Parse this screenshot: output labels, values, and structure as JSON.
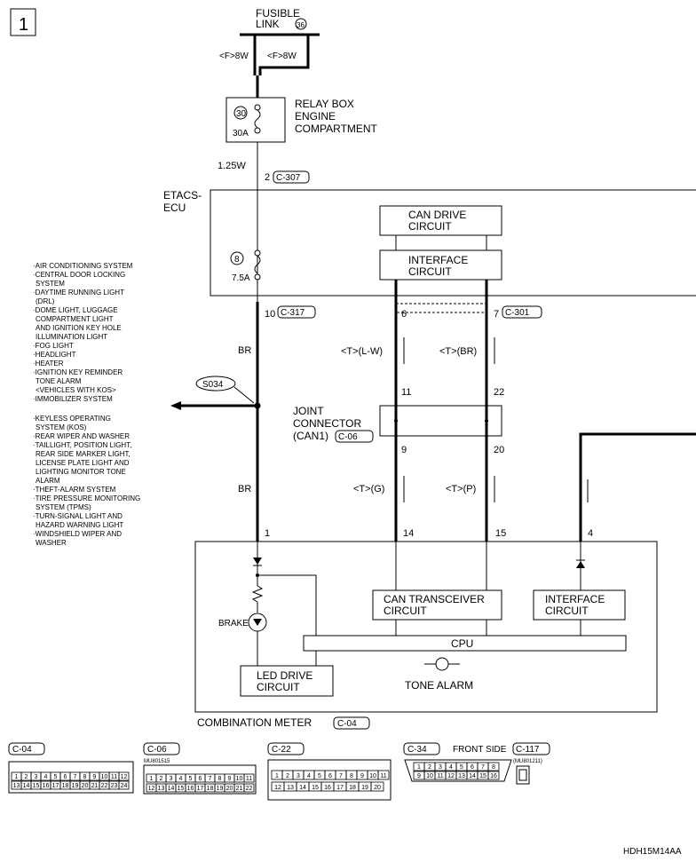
{
  "page_number": "1",
  "fusible_link": {
    "line1": "FUSIBLE",
    "line2": "LINK",
    "num": "36"
  },
  "fuse_in_left": "<F>8W",
  "fuse_in_right": "<F>8W",
  "relay_box": {
    "title": "RELAY BOX",
    "sub1": "ENGINE",
    "sub2": "COMPARTMENT",
    "fuse_num": "30",
    "fuse_rating": "30A"
  },
  "wire_125w": "1.25W",
  "c307": {
    "pin": "2",
    "label": "C-307"
  },
  "etacs": {
    "line1": "ETACS-",
    "line2": "ECU"
  },
  "can_drive": {
    "line1": "CAN DRIVE",
    "line2": "CIRCUIT"
  },
  "interface_upper": {
    "line1": "INTERFACE",
    "line2": "CIRCUIT"
  },
  "fuse8": {
    "num": "8",
    "rating": "7.5A"
  },
  "c317": {
    "pin": "10",
    "label": "C-317"
  },
  "pin6": "6",
  "c301": {
    "pin": "7",
    "label": "C-301"
  },
  "wire_br_top": "BR",
  "wire_lw": "<T>(L-W)",
  "wire_br2": "<T>(BR)",
  "pin11": "11",
  "pin22": "22",
  "splice": "S034",
  "systems_list": [
    "·AIR CONDITIONING SYSTEM",
    "·CENTRAL DOOR LOCKING",
    "SYSTEM",
    "·DAYTIME RUNNING LIGHT",
    "(DRL)",
    "·DOME LIGHT, LUGGAGE",
    "COMPARTMENT LIGHT",
    "AND IGNITION KEY HOLE",
    "ILLUMINATION LIGHT",
    "·FOG LIGHT",
    "·HEADLIGHT",
    "·HEATER",
    "·IGNITION KEY REMINDER",
    "TONE ALARM",
    "<VEHICLES WITH KOS>",
    "·IMMOBILIZER SYSTEM",
    "·KEYLESS OPERATING",
    "SYSTEM (KOS)",
    "·REAR WIPER AND WASHER",
    "·TAILLIGHT, POSITION LIGHT,",
    "REAR SIDE MARKER LIGHT,",
    "LICENSE PLATE LIGHT AND",
    "LIGHTING MONITOR TONE",
    "ALARM",
    "·THEFT-ALARM SYSTEM",
    "·TIRE PRESSURE MONITORING",
    "SYSTEM (TPMS)",
    "·TURN-SIGNAL LIGHT AND",
    "HAZARD WARNING LIGHT",
    "·WINDSHIELD WIPER AND",
    "WASHER"
  ],
  "joint_connector": {
    "line1": "JOINT",
    "line2": "CONNECTOR",
    "line3": "(CAN1)",
    "label": "C-06"
  },
  "pin9": "9",
  "pin20": "20",
  "wire_br_bottom": "BR",
  "wire_g": "<T>(G)",
  "wire_p": "<T>(P)",
  "meter_pins": {
    "p1": "1",
    "p14": "14",
    "p15": "15",
    "p4": "4"
  },
  "can_transceiver": {
    "line1": "CAN TRANSCEIVER",
    "line2": "CIRCUIT"
  },
  "interface_lower": {
    "line1": "INTERFACE",
    "line2": "CIRCUIT"
  },
  "brake": "BRAKE",
  "cpu": "CPU",
  "led_drive": {
    "line1": "LED DRIVE",
    "line2": "CIRCUIT"
  },
  "tone_alarm": "TONE ALARM",
  "combination_meter": {
    "title": "COMBINATION METER",
    "label": "C-04"
  },
  "connectors": {
    "c04": {
      "label": "C-04",
      "row1": [
        "1",
        "2",
        "3",
        "4",
        "5",
        "6",
        "7",
        "8",
        "9",
        "10",
        "11",
        "12"
      ],
      "row2": [
        "13",
        "14",
        "15",
        "16",
        "17",
        "18",
        "19",
        "20",
        "21",
        "22",
        "23",
        "24"
      ]
    },
    "c06": {
      "label": "C-06",
      "part": "MU801515",
      "row1": [
        "1",
        "2",
        "3",
        "4",
        "5",
        "6",
        "7",
        "8",
        "9",
        "10",
        "11"
      ],
      "row2": [
        "12",
        "13",
        "14",
        "15",
        "16",
        "17",
        "18",
        "19",
        "20",
        "21",
        "22"
      ]
    },
    "c22": {
      "label": "C-22",
      "row1": [
        "1",
        "2",
        "3",
        "4",
        "5",
        "6",
        "7",
        "8",
        "9",
        "10",
        "11"
      ],
      "row2": [
        "12",
        "13",
        "14",
        "15",
        "16",
        "17",
        "18",
        "19",
        "20"
      ]
    },
    "c34": {
      "label": "C-34",
      "row1": [
        "1",
        "2",
        "3",
        "4",
        "5",
        "6",
        "7",
        "8"
      ],
      "row2": [
        "9",
        "10",
        "11",
        "12",
        "13",
        "14",
        "15",
        "16"
      ]
    },
    "front_side": "FRONT SIDE",
    "c117": {
      "label": "C-117",
      "part": "(MU801211)"
    }
  },
  "drawing_code": "HDH15M14AA"
}
